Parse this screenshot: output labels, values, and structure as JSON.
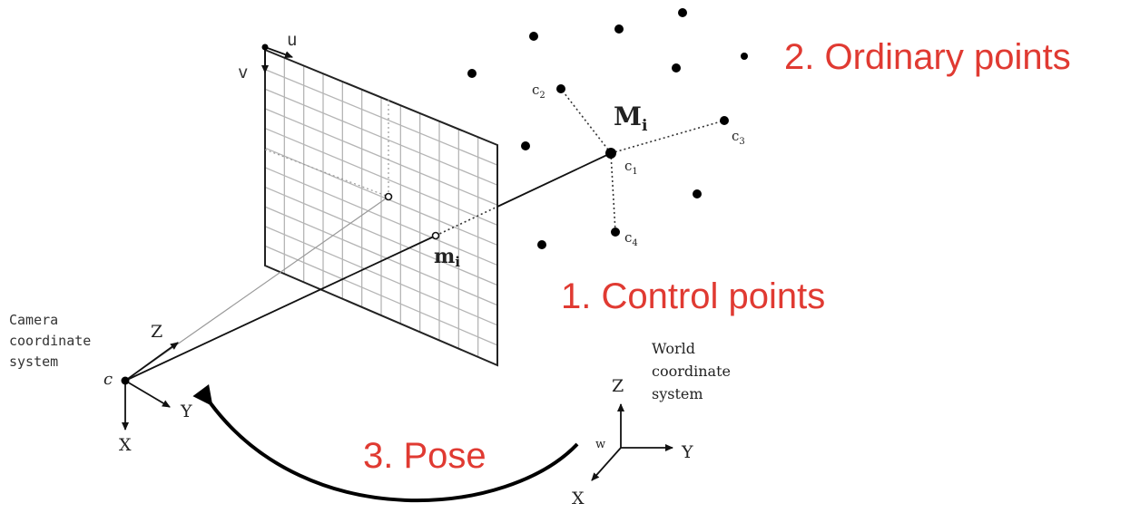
{
  "labels": {
    "u": "u",
    "v": "v",
    "camera_system": [
      "Camera",
      "coordinate",
      "system"
    ],
    "camera_center": "c",
    "cam_Z": "Z",
    "cam_Y": "Y",
    "cam_X": "X",
    "world_system": [
      "World",
      "coordinate",
      "system"
    ],
    "world_origin": "w",
    "world_Z": "Z",
    "world_Y": "Y",
    "world_X": "X",
    "Mi_main": "M",
    "Mi_sub": "i",
    "mi_main": "m",
    "mi_sub": "i",
    "c1_main": "c",
    "c1_sub": "1",
    "c2_main": "c",
    "c2_sub": "2",
    "c3_main": "c",
    "c3_sub": "3",
    "c4_main": "c",
    "c4_sub": "4"
  },
  "callouts": {
    "ordinary_points": "2. Ordinary points",
    "control_points": "1. Control points",
    "pose": "3. Pose"
  },
  "colors": {
    "callout": "#e03a32",
    "ink": "#111111",
    "grid": "#b5b5b5"
  }
}
